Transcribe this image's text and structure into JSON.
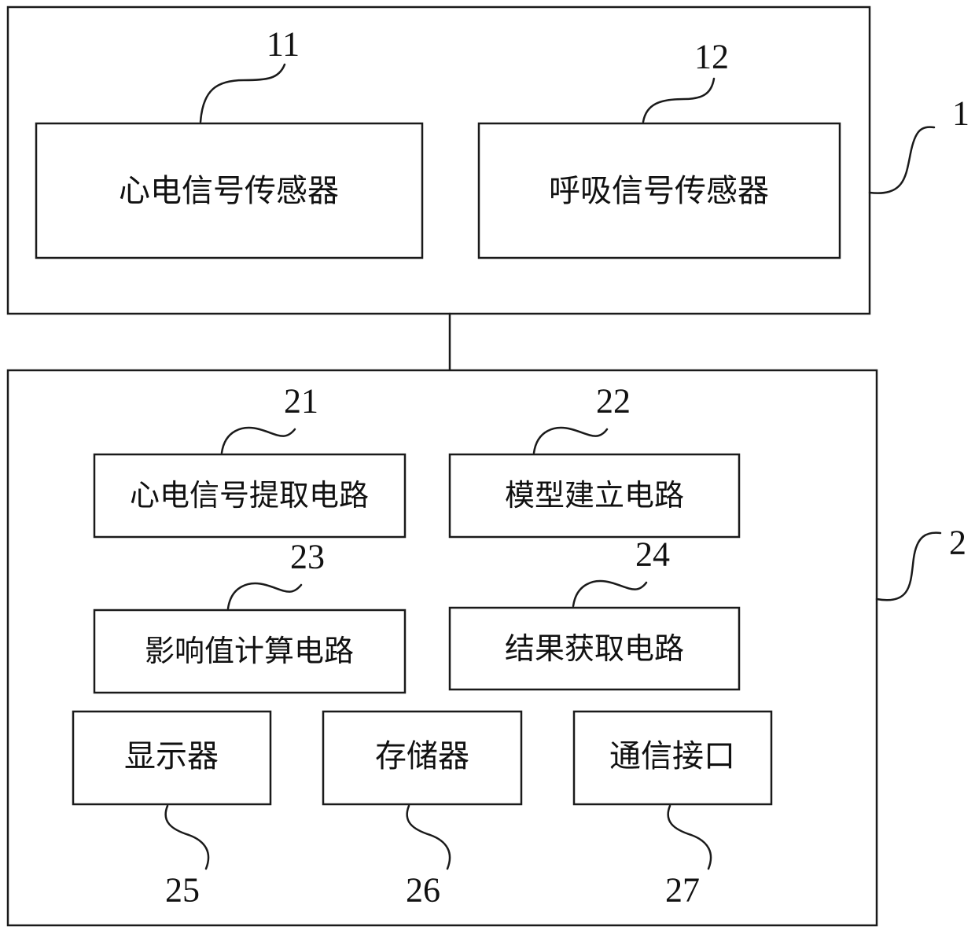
{
  "module_1": {
    "ref": "1",
    "sensors": [
      {
        "ref": "11",
        "label": "心电信号传感器"
      },
      {
        "ref": "12",
        "label": "呼吸信号传感器"
      }
    ]
  },
  "module_2": {
    "ref": "2",
    "circuits": [
      {
        "ref": "21",
        "label": "心电信号提取电路"
      },
      {
        "ref": "22",
        "label": "模型建立电路"
      },
      {
        "ref": "23",
        "label": "影响值计算电路"
      },
      {
        "ref": "24",
        "label": "结果获取电路"
      }
    ],
    "peripherals": [
      {
        "ref": "25",
        "label": "显示器"
      },
      {
        "ref": "26",
        "label": "存储器"
      },
      {
        "ref": "27",
        "label": "通信接口"
      }
    ]
  }
}
